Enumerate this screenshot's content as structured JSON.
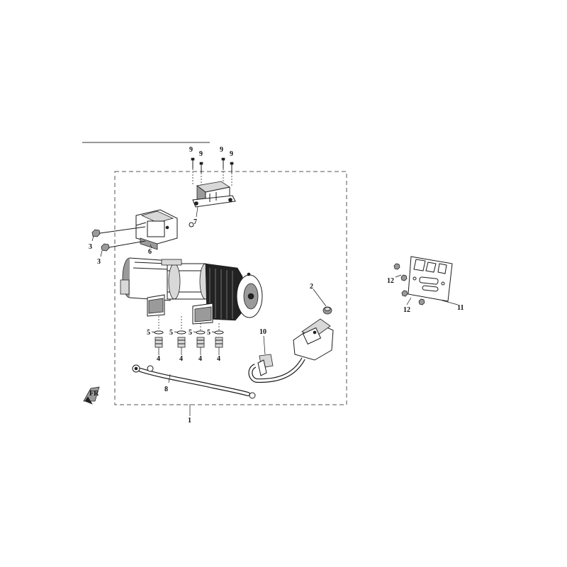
{
  "diagram": {
    "callouts": [
      {
        "id": "c1",
        "label": "1"
      },
      {
        "id": "c2",
        "label": "2"
      },
      {
        "id": "c3a",
        "label": "3"
      },
      {
        "id": "c3b",
        "label": "3"
      },
      {
        "id": "c4a",
        "label": "4"
      },
      {
        "id": "c4b",
        "label": "4"
      },
      {
        "id": "c4c",
        "label": "4"
      },
      {
        "id": "c4d",
        "label": "4"
      },
      {
        "id": "c5a",
        "label": "5"
      },
      {
        "id": "c5b",
        "label": "5"
      },
      {
        "id": "c5c",
        "label": "5"
      },
      {
        "id": "c5d",
        "label": "5"
      },
      {
        "id": "c6",
        "label": "6"
      },
      {
        "id": "c7",
        "label": "7"
      },
      {
        "id": "c8",
        "label": "8"
      },
      {
        "id": "c9a",
        "label": "9"
      },
      {
        "id": "c9b",
        "label": "9"
      },
      {
        "id": "c9c",
        "label": "9"
      },
      {
        "id": "c9d",
        "label": "9"
      },
      {
        "id": "c10",
        "label": "10"
      },
      {
        "id": "c11",
        "label": "11"
      },
      {
        "id": "c12a",
        "label": "12"
      },
      {
        "id": "c12b",
        "label": "12"
      }
    ],
    "front_marker_text": "FR"
  }
}
